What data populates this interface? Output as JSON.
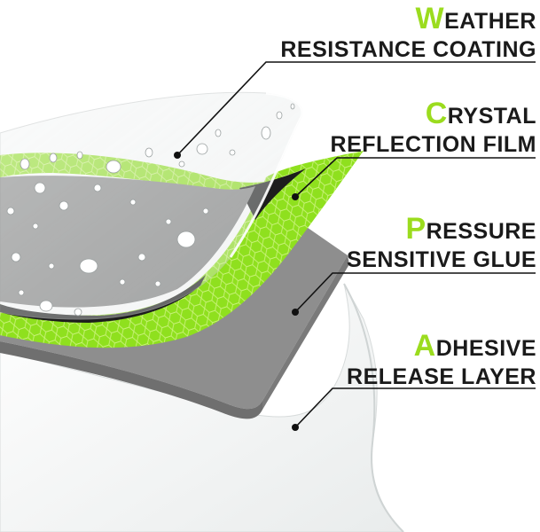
{
  "layers": [
    {
      "initial": "W",
      "rest": "EATHER",
      "line2": "RESISTANCE COATING"
    },
    {
      "initial": "C",
      "rest": "RYSTAL",
      "line2": "REFLECTION FILM"
    },
    {
      "initial": "P",
      "rest": "RESSURE",
      "line2": "SENSITIVE GLUE"
    },
    {
      "initial": "A",
      "rest": "DHESIVE",
      "line2": "RELEASE LAYER"
    }
  ],
  "colors": {
    "accent": "#9bdc1e",
    "reflective_film": "#8fe01e",
    "glue": "#8a8a8a",
    "text": "#1a1a1a",
    "leader": "#111111"
  }
}
